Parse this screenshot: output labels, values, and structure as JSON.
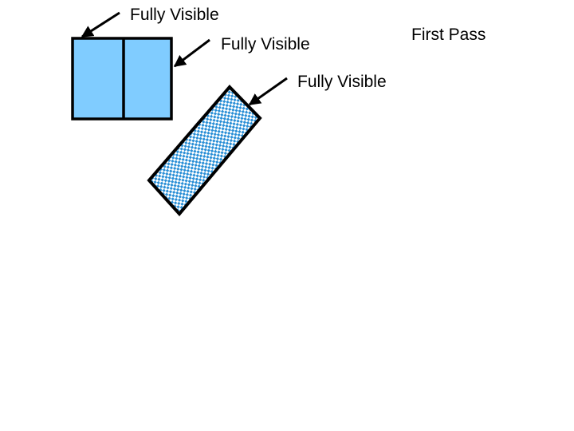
{
  "slide": {
    "title": "First Pass",
    "labels": [
      {
        "text": "Fully Visible"
      },
      {
        "text": "Fully Visible"
      },
      {
        "text": "Fully Visible"
      }
    ]
  },
  "colors": {
    "fill": "#80ccff",
    "outline": "#000000",
    "checker_dark": "#2a8fd6",
    "checker_light": "#ffffff",
    "background": "#ffffff"
  }
}
